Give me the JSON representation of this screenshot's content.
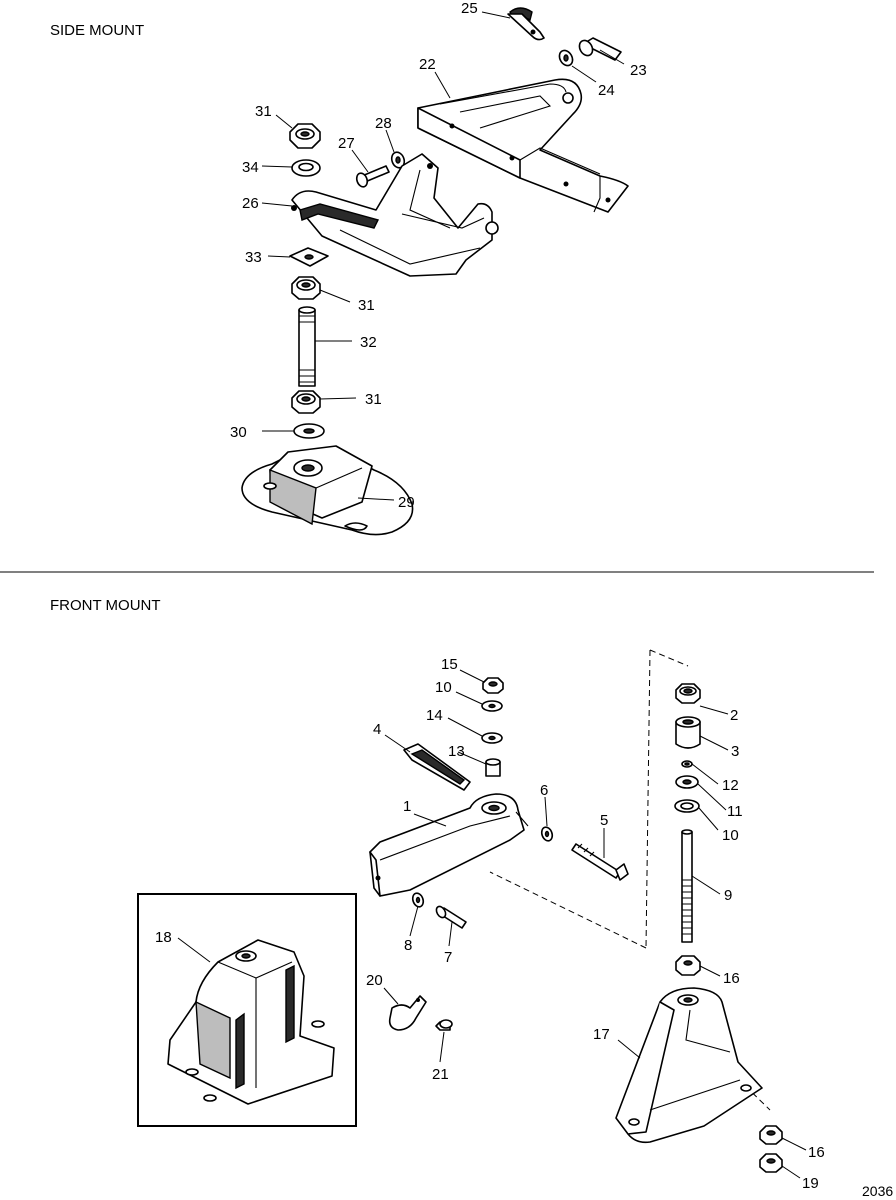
{
  "sections": {
    "side_mount": "SIDE MOUNT",
    "front_mount": "FRONT MOUNT"
  },
  "figure_number": "2036",
  "callouts": {
    "side": {
      "c25": "25",
      "c22": "22",
      "c23": "23",
      "c24": "24",
      "c31a": "31",
      "c28": "28",
      "c27": "27",
      "c34": "34",
      "c26": "26",
      "c33": "33",
      "c31b": "31",
      "c32": "32",
      "c31c": "31",
      "c30": "30",
      "c29": "29"
    },
    "front": {
      "c15": "15",
      "c10a": "10",
      "c14": "14",
      "c4": "4",
      "c13": "13",
      "c1": "1",
      "c6": "6",
      "c5": "5",
      "c8": "8",
      "c7": "7",
      "c2": "2",
      "c3": "3",
      "c12": "12",
      "c11": "11",
      "c10b": "10",
      "c9": "9",
      "c16a": "16",
      "c17": "17",
      "c16b": "16",
      "c19": "19",
      "c18": "18",
      "c20": "20",
      "c21": "21"
    }
  }
}
